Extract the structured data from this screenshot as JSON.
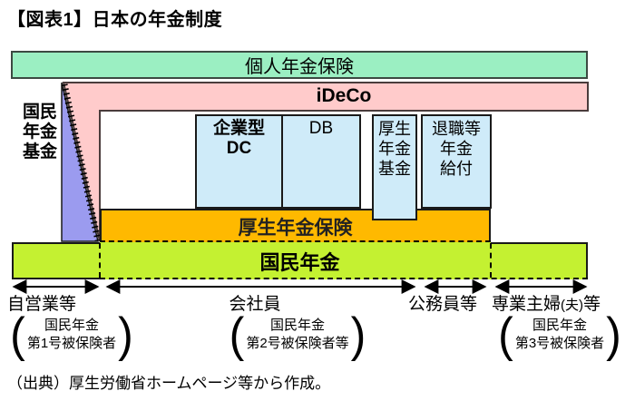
{
  "title": "【図表1】日本の年金制度",
  "bars": {
    "personal": "個人年金保険",
    "ideco": "iDeCo",
    "kikin_vertical": "国民\n年金\n基金",
    "kosei": "厚生年金保険",
    "kokumin": "国民年金"
  },
  "boxes": {
    "corporate_dc": "企業型\nDC",
    "db": "DB",
    "kosei_kikin": "厚生\n年金\n基金",
    "taishoku": "退職等\n年金\n給付"
  },
  "categories": {
    "jieigyo": "自営業等",
    "kaishain": "会社員",
    "komuin": "公務員等",
    "shufu_main": "専業主婦",
    "shufu_paren": "(夫)",
    "shufu_suffix": "等"
  },
  "insured": {
    "paren_open": "(",
    "paren_close": ")",
    "group1": "国民年金\n第1号被保険者",
    "group2": "国民年金\n第2号被保険者等",
    "group3": "国民年金\n第3号被保険者"
  },
  "source": "（出典）厚生労働省ホームページ等から作成。",
  "colors": {
    "personal_bar": "#9BEFC2",
    "ideco_bar": "#FFCBCB",
    "kikin_triangle": "#9B9BEF",
    "blue_boxes": "#CFEBF9",
    "kosei_bar": "#FFB900",
    "kokumin_bar": "#C4F131",
    "border": "#1a1a1a"
  }
}
